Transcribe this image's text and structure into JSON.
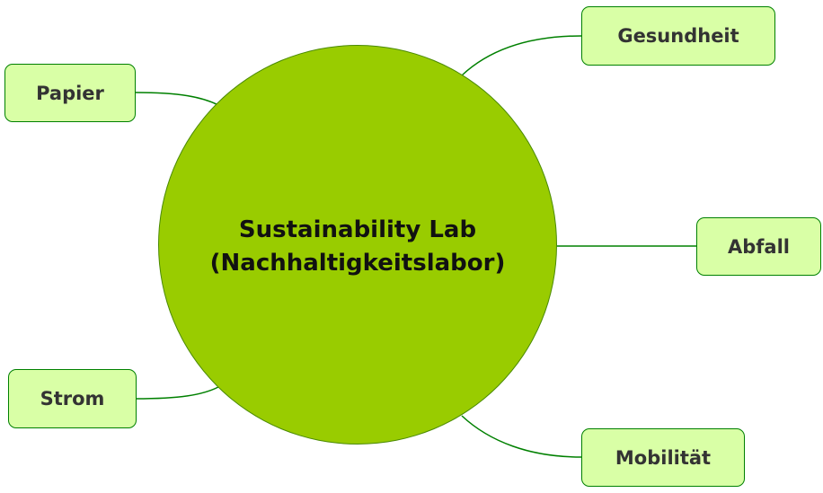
{
  "center": {
    "label": "Sustainability Lab (Nachhaltigkeitslabor)"
  },
  "nodes": [
    {
      "id": "papier",
      "label": "Papier"
    },
    {
      "id": "gesundheit",
      "label": "Gesundheit"
    },
    {
      "id": "abfall",
      "label": "Abfall"
    },
    {
      "id": "strom",
      "label": "Strom"
    },
    {
      "id": "mobilitaet",
      "label": "Mobilität"
    }
  ],
  "colors": {
    "center": "#99cc00",
    "node_fill": "#d9ffa6",
    "line": "#008000"
  }
}
